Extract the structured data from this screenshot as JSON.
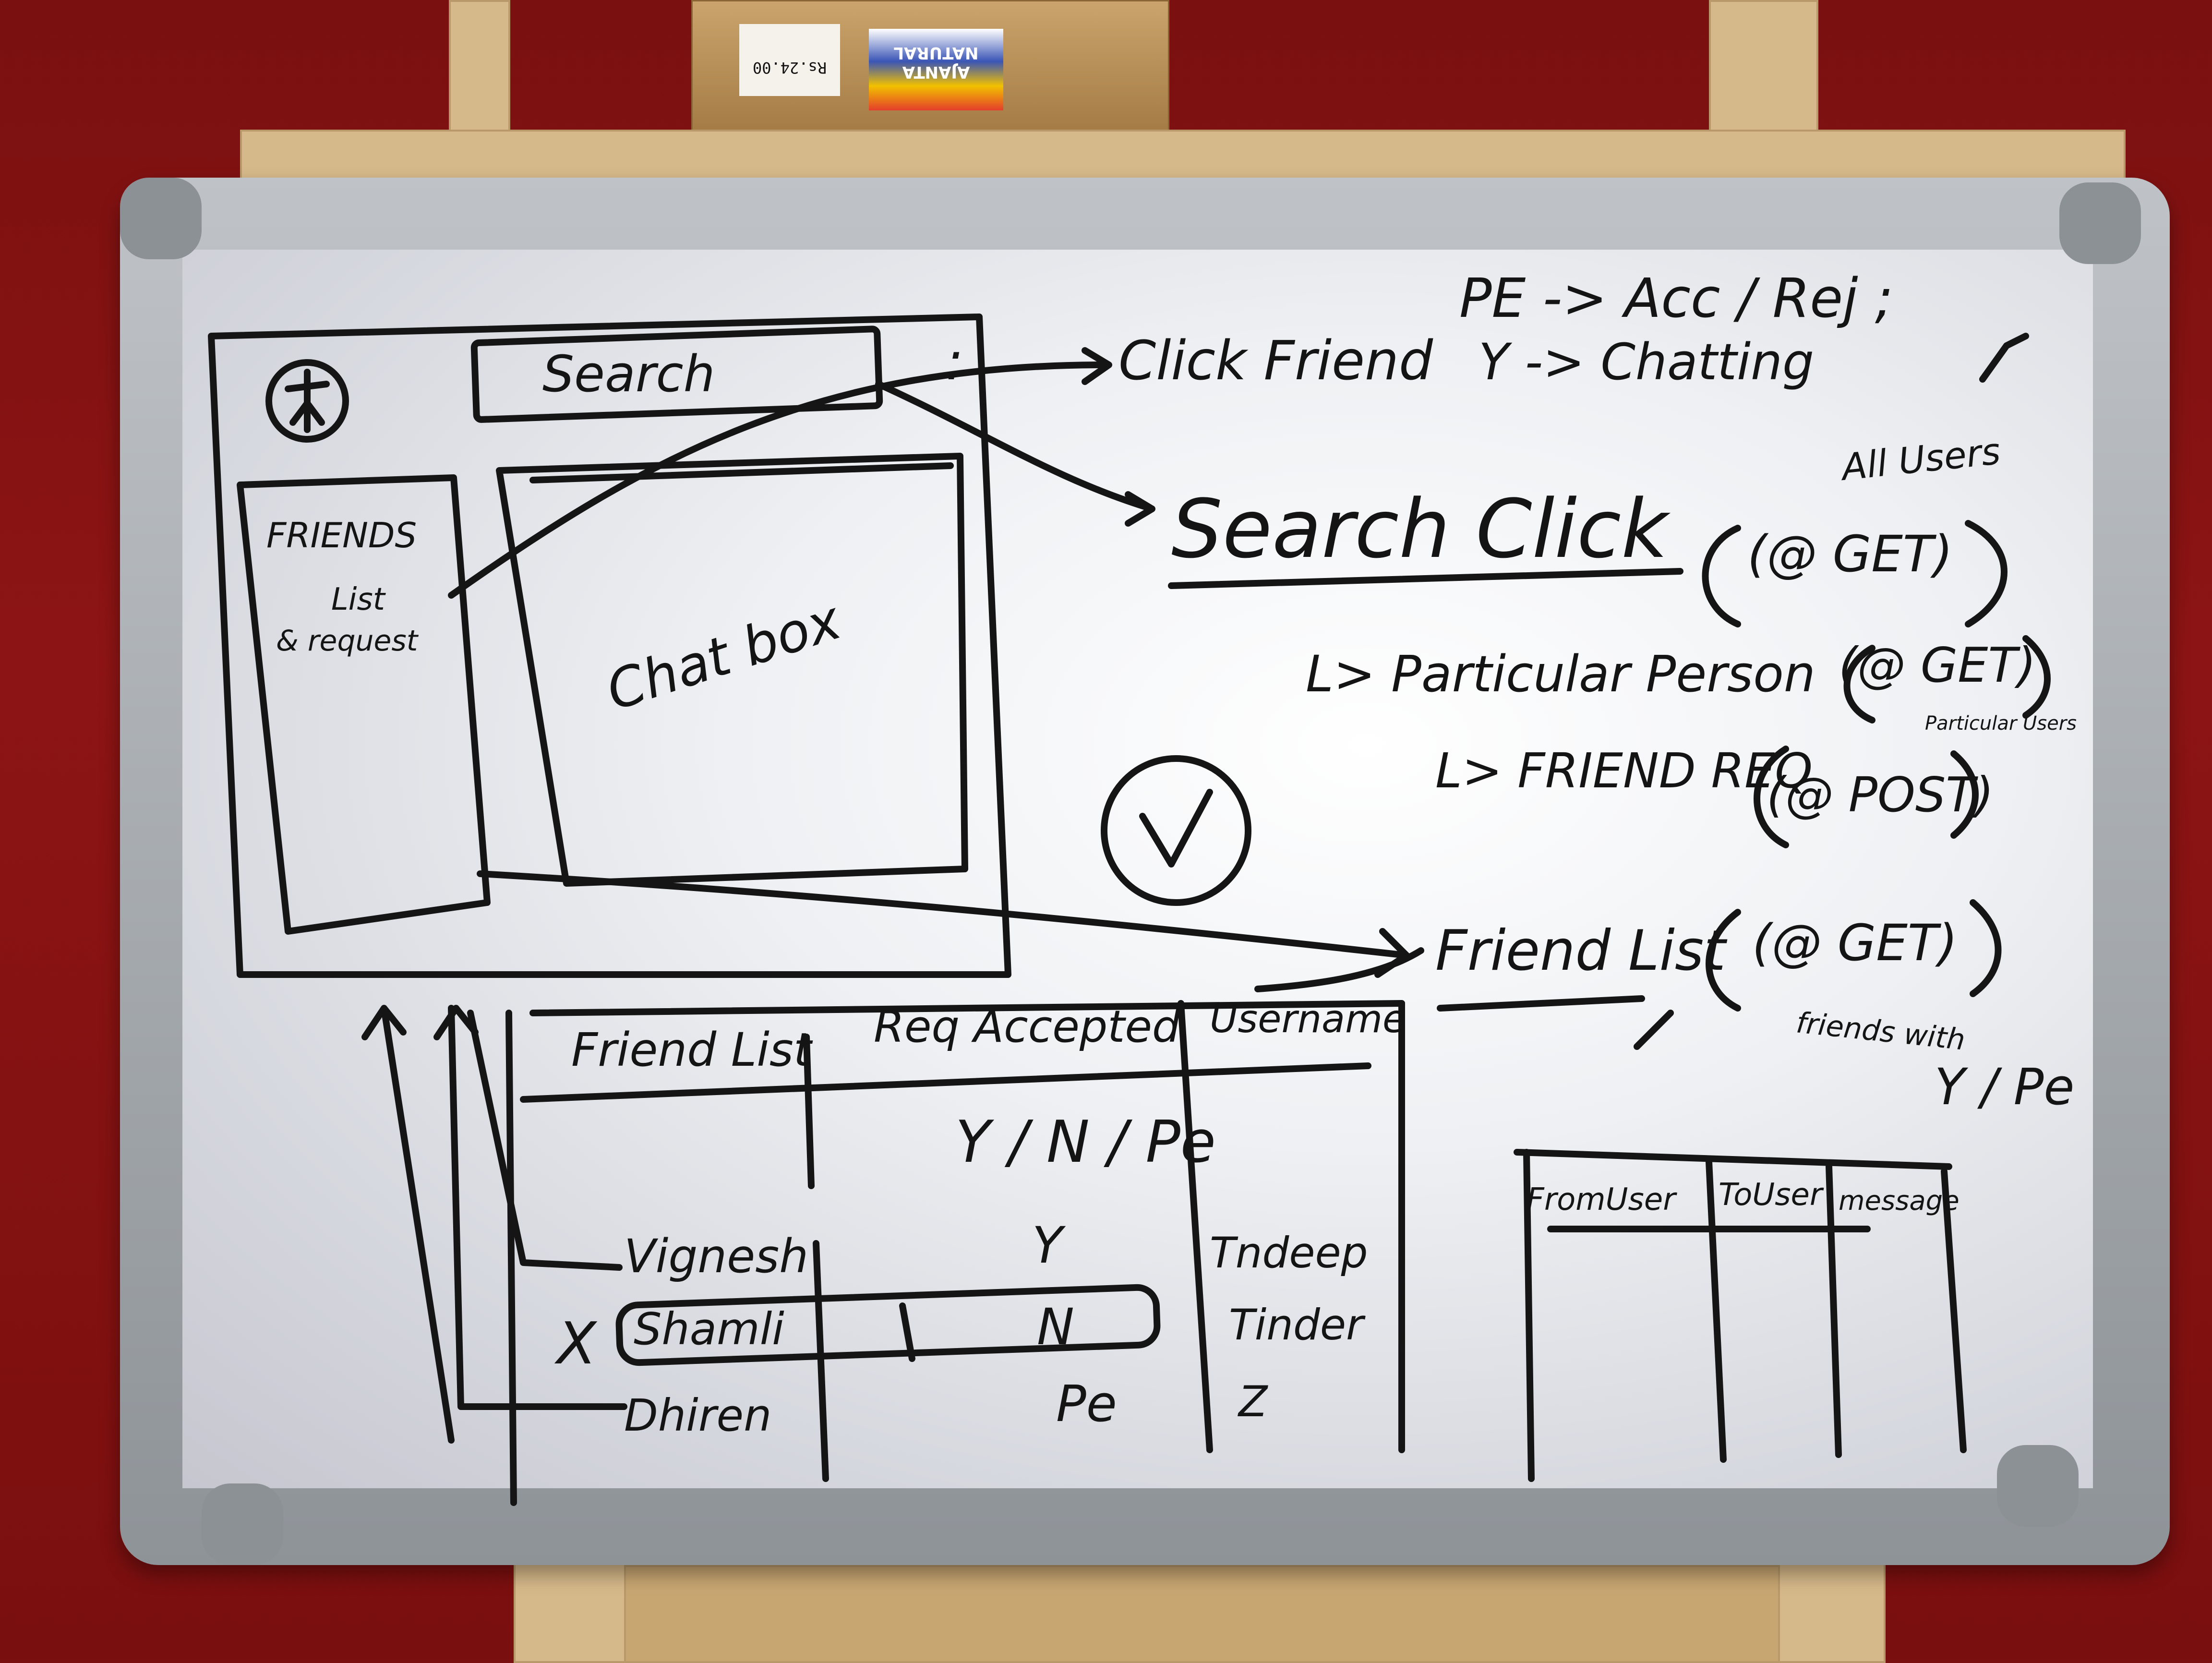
{
  "sticker": {
    "price": "Rs.24.00",
    "brand": "AJANTA NATURAL"
  },
  "wireframe": {
    "search_label": "Search",
    "menu_dots": ":",
    "friends_header": "FRIENDS",
    "friends_item_1": "List",
    "friends_item_2": "& request",
    "chat_box_label": "Chat box"
  },
  "notes": {
    "click_friend": "Click Friend",
    "pe_rule": "PE -> Acc / Rej ;",
    "y_rule": "Y -> Chatting",
    "search_click": "Search Click",
    "all_users": "All Users",
    "get_1": "(@ GET)",
    "particular_person": "L> Particular Person",
    "get_2": "(@ GET)",
    "particular_users": "Particular Users",
    "friend_req": "L> FRIEND REQ",
    "post": "(@ POST)",
    "friend_list": "Friend List",
    "get_3": "(@ GET)",
    "friends_with": "friends with",
    "y_pe": "Y / Pe"
  },
  "table_1": {
    "headers": [
      "Friend List",
      "Req Accepted",
      "Username"
    ],
    "value_hint": "Y / N / Pe",
    "rows": [
      {
        "name": "Vignesh",
        "status": "Y",
        "user": "Tndeep"
      },
      {
        "name": "Shamli",
        "status": "N",
        "user": "Tinder"
      },
      {
        "name": "Dhiren",
        "status": "Pe",
        "user": "Z"
      }
    ],
    "crossed_mark": "X"
  },
  "table_2": {
    "headers": [
      "FromUser",
      "ToUser",
      "message"
    ]
  }
}
